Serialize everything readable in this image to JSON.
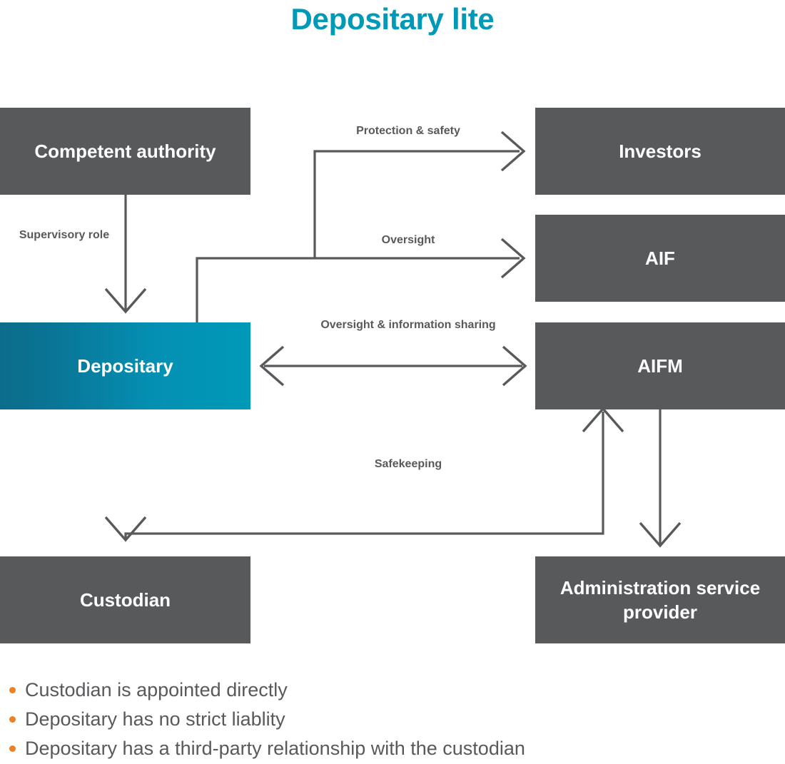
{
  "title": "Depositary lite",
  "colors": {
    "title_accent": "#0099b8",
    "node_gray": "#58595b",
    "node_teal_dark": "#0c6d8b",
    "node_teal_light": "#0099b8",
    "connector": "#58595b",
    "bullet_orange": "#ef8022",
    "label_text": "#58595b",
    "node_text": "#ffffff"
  },
  "nodes": {
    "competent_authority": "Competent authority",
    "investors": "Investors",
    "aif": "AIF",
    "depositary": "Depositary",
    "aifm": "AIFM",
    "custodian": "Custodian",
    "admin_service_provider": "Administration service provider"
  },
  "edge_labels": {
    "protection_safety": "Protection & safety",
    "supervisory_role": "Supervisory role",
    "oversight": "Oversight",
    "oversight_information_sharing": "Oversight & information sharing",
    "safekeeping": "Safekeeping"
  },
  "notes": [
    "Custodian is appointed directly",
    "Depositary has no strict liablity",
    "Depositary has a third-party relationship with the custodian"
  ]
}
